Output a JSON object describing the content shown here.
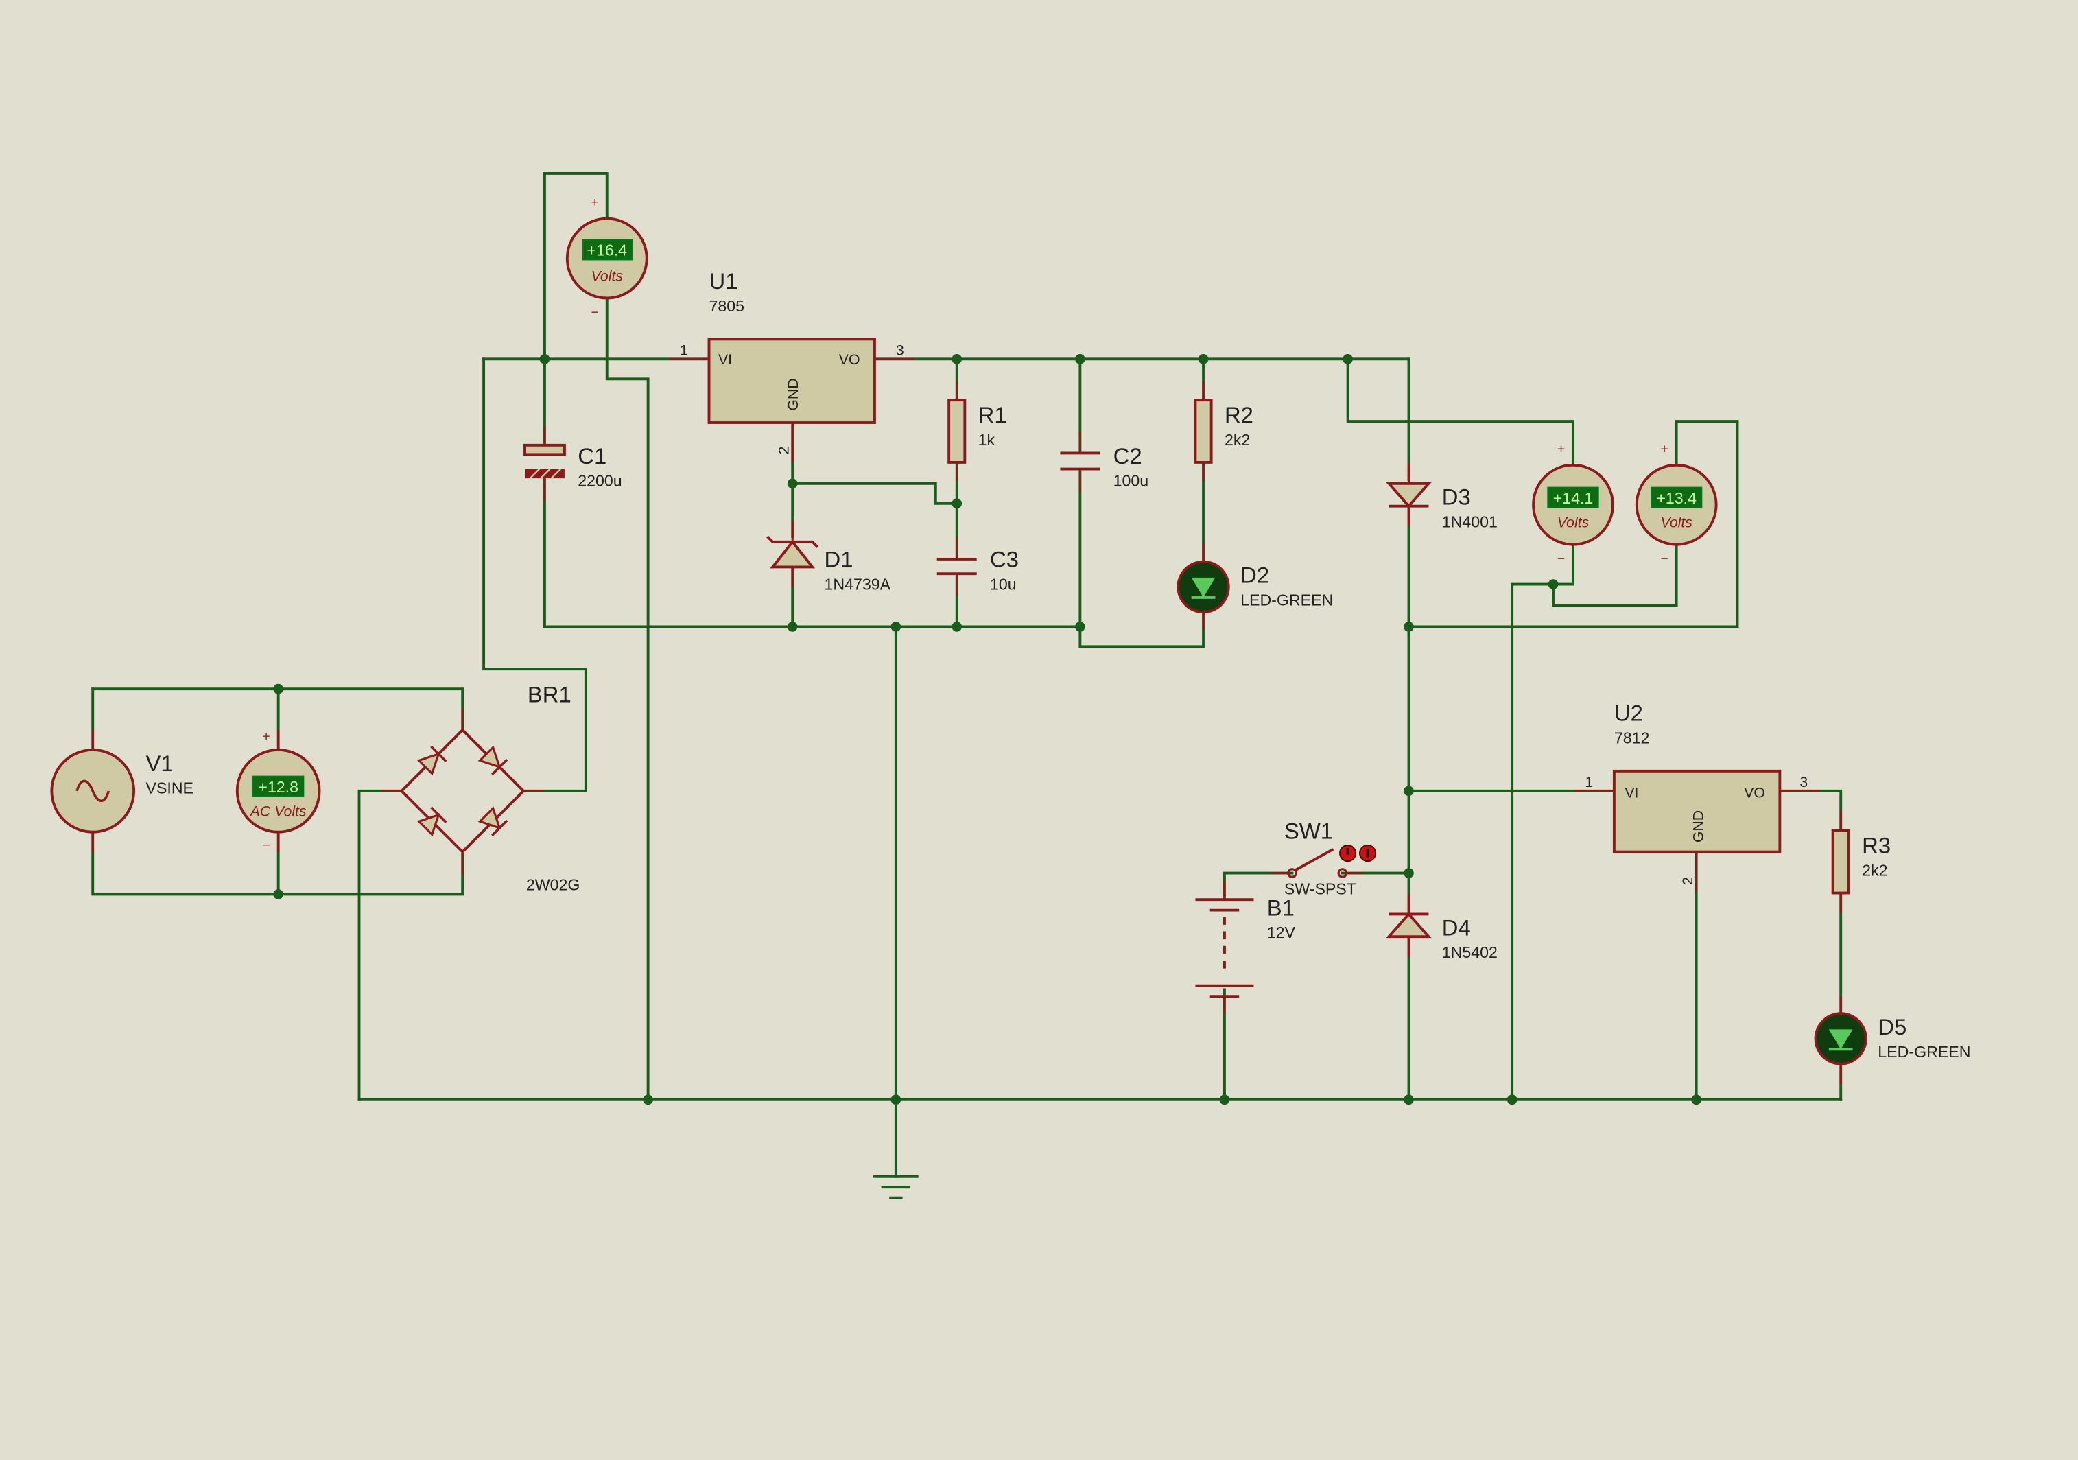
{
  "components": {
    "u1": {
      "ref": "U1",
      "value": "7805",
      "pin_in": "VI",
      "pin_out": "VO",
      "pin_gnd": "GND",
      "n1": "1",
      "n2": "2",
      "n3": "3"
    },
    "u2": {
      "ref": "U2",
      "value": "7812",
      "pin_in": "VI",
      "pin_out": "VO",
      "pin_gnd": "GND",
      "n1": "1",
      "n2": "2",
      "n3": "3"
    },
    "c1": {
      "ref": "C1",
      "value": "2200u"
    },
    "c2": {
      "ref": "C2",
      "value": "100u"
    },
    "c3": {
      "ref": "C3",
      "value": "10u"
    },
    "r1": {
      "ref": "R1",
      "value": "1k"
    },
    "r2": {
      "ref": "R2",
      "value": "2k2"
    },
    "r3": {
      "ref": "R3",
      "value": "2k2"
    },
    "d1": {
      "ref": "D1",
      "value": "1N4739A"
    },
    "d2": {
      "ref": "D2",
      "value": "LED-GREEN"
    },
    "d3": {
      "ref": "D3",
      "value": "1N4001"
    },
    "d4": {
      "ref": "D4",
      "value": "1N5402"
    },
    "d5": {
      "ref": "D5",
      "value": "LED-GREEN"
    },
    "v1": {
      "ref": "V1",
      "value": "VSINE"
    },
    "br1": {
      "ref": "BR1",
      "value": "2W02G"
    },
    "b1": {
      "ref": "B1",
      "value": "12V"
    },
    "sw1": {
      "ref": "SW1",
      "value": "SW-SPST"
    }
  },
  "meters": {
    "vm_bridge": {
      "reading": "+16.4",
      "unit": "Volts",
      "plus": "+",
      "minus": "−"
    },
    "vm_ac": {
      "reading": "+12.8",
      "unit": "AC Volts",
      "plus": "+",
      "minus": "−"
    },
    "vm_d3": {
      "reading": "+14.1",
      "unit": "Volts",
      "plus": "+",
      "minus": "−"
    },
    "vm_out": {
      "reading": "+13.4",
      "unit": "Volts",
      "plus": "+",
      "minus": "−"
    }
  },
  "colors": {
    "wire": "#1a5c1a",
    "component": "#8b1a1a",
    "fill": "#cfcaa4",
    "background": "#e0dfd0",
    "lcd": "#0f6b0f"
  }
}
